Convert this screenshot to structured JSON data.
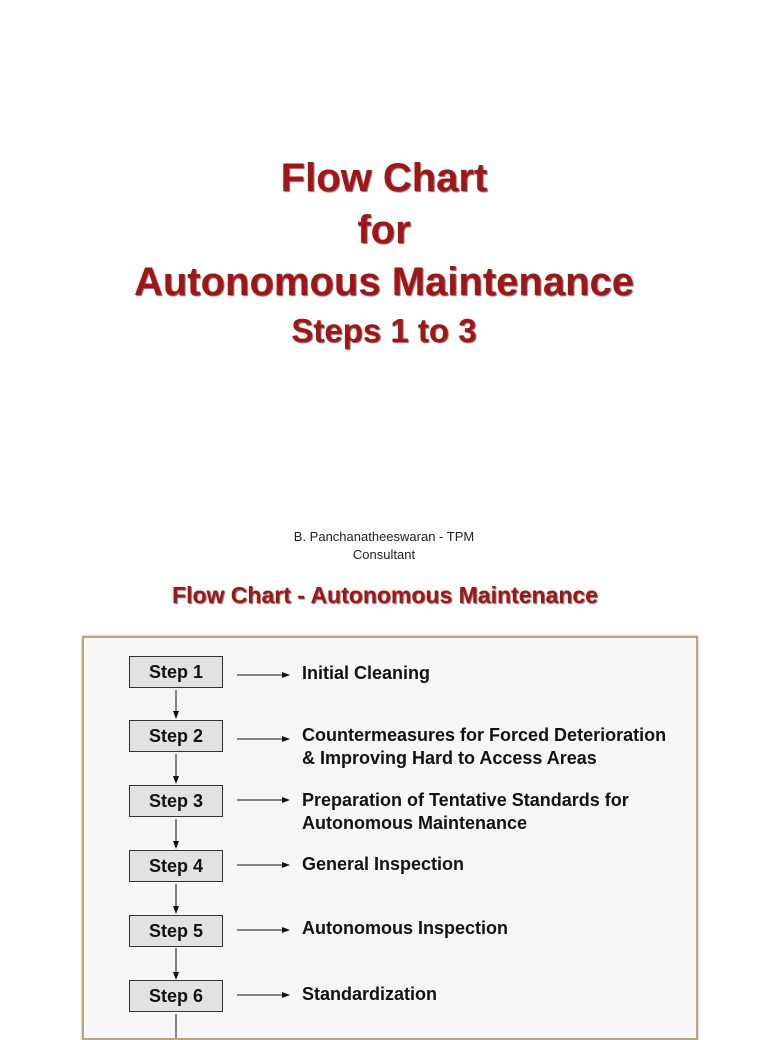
{
  "title": {
    "line1": "Flow Chart",
    "line2": "for",
    "line3": "Autonomous Maintenance",
    "line4": "Steps 1 to 3"
  },
  "author": {
    "line1": "B. Panchanatheeswaran - TPM",
    "line2": "Consultant"
  },
  "subheading": "Flow Chart  - Autonomous Maintenance",
  "steps": [
    {
      "label": "Step 1",
      "desc": [
        "Initial Cleaning"
      ]
    },
    {
      "label": "Step 2",
      "desc": [
        "Countermeasures for Forced Deterioration",
        "& Improving Hard to Access Areas"
      ]
    },
    {
      "label": "Step 3",
      "desc": [
        "Preparation of Tentative Standards for",
        "Autonomous Maintenance"
      ]
    },
    {
      "label": "Step 4",
      "desc": [
        "General Inspection"
      ]
    },
    {
      "label": "Step 5",
      "desc": [
        "Autonomous Inspection"
      ]
    },
    {
      "label": "Step 6",
      "desc": [
        "Standardization"
      ]
    }
  ],
  "colors": {
    "title_red": "#a11515",
    "panel_border": "#b5a77e",
    "step_box_fill": "#e2e2e2"
  }
}
